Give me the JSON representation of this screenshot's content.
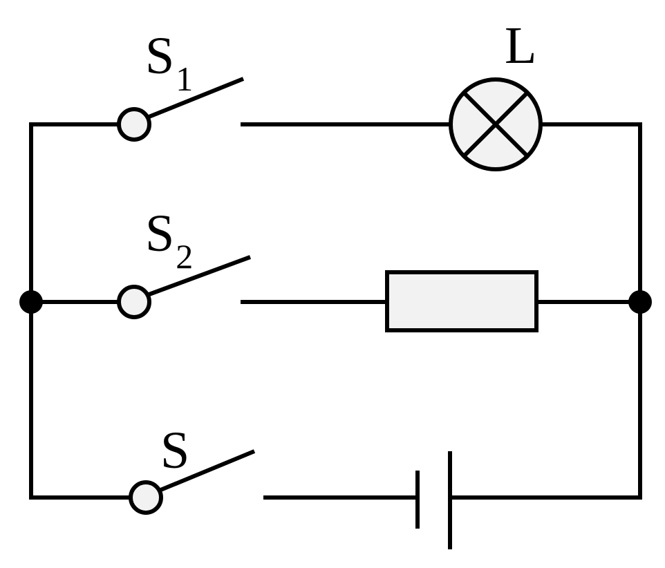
{
  "labels": {
    "switch1": {
      "main": "S",
      "sub": "1"
    },
    "switch2": {
      "main": "S",
      "sub": "2"
    },
    "switch_main": {
      "main": "S"
    },
    "lamp": {
      "main": "L"
    }
  },
  "colors": {
    "wire": "#000000",
    "component_fill": "#f2f2f2",
    "background": "#ffffff"
  }
}
